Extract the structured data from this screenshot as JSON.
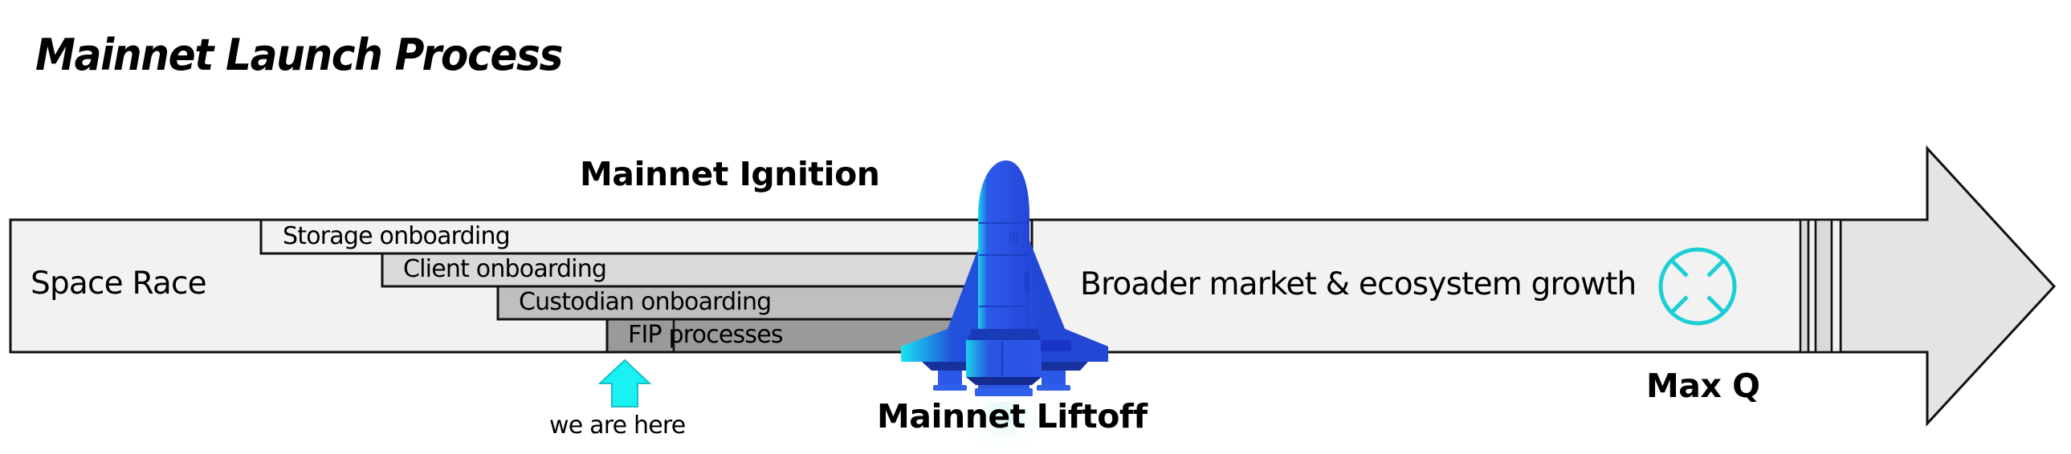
{
  "title": "Mainnet Launch Process",
  "phases": {
    "space_race": "Space Race",
    "ignition": "Mainnet Ignition",
    "liftoff": "Mainnet Liftoff",
    "growth": "Broader market & ecosystem growth",
    "max_q": "Max Q"
  },
  "workstreams": [
    {
      "label": "Storage onboarding",
      "fill": "#f2f2f2"
    },
    {
      "label": "Client onboarding",
      "fill": "#d9d9d9"
    },
    {
      "label": "Custodian onboarding",
      "fill": "#bfbfbf"
    },
    {
      "label": "FIP processes",
      "fill": "#9a9a9a"
    }
  ],
  "marker": {
    "label": "we are here",
    "icon": "up-arrow-icon",
    "color": "#19f2f2"
  },
  "icons": {
    "rocket": "rocket-icon",
    "max_q": "crosshair-circle-icon",
    "timeline_arrow": "right-arrow-icon"
  },
  "colors": {
    "bar_fill": "#f2f2f2",
    "arrow_head_fill": "#e4e4e4",
    "rocket_blue": "#2a52e6",
    "rocket_dark": "#1a35b8",
    "accent_cyan": "#1ccfd4"
  }
}
